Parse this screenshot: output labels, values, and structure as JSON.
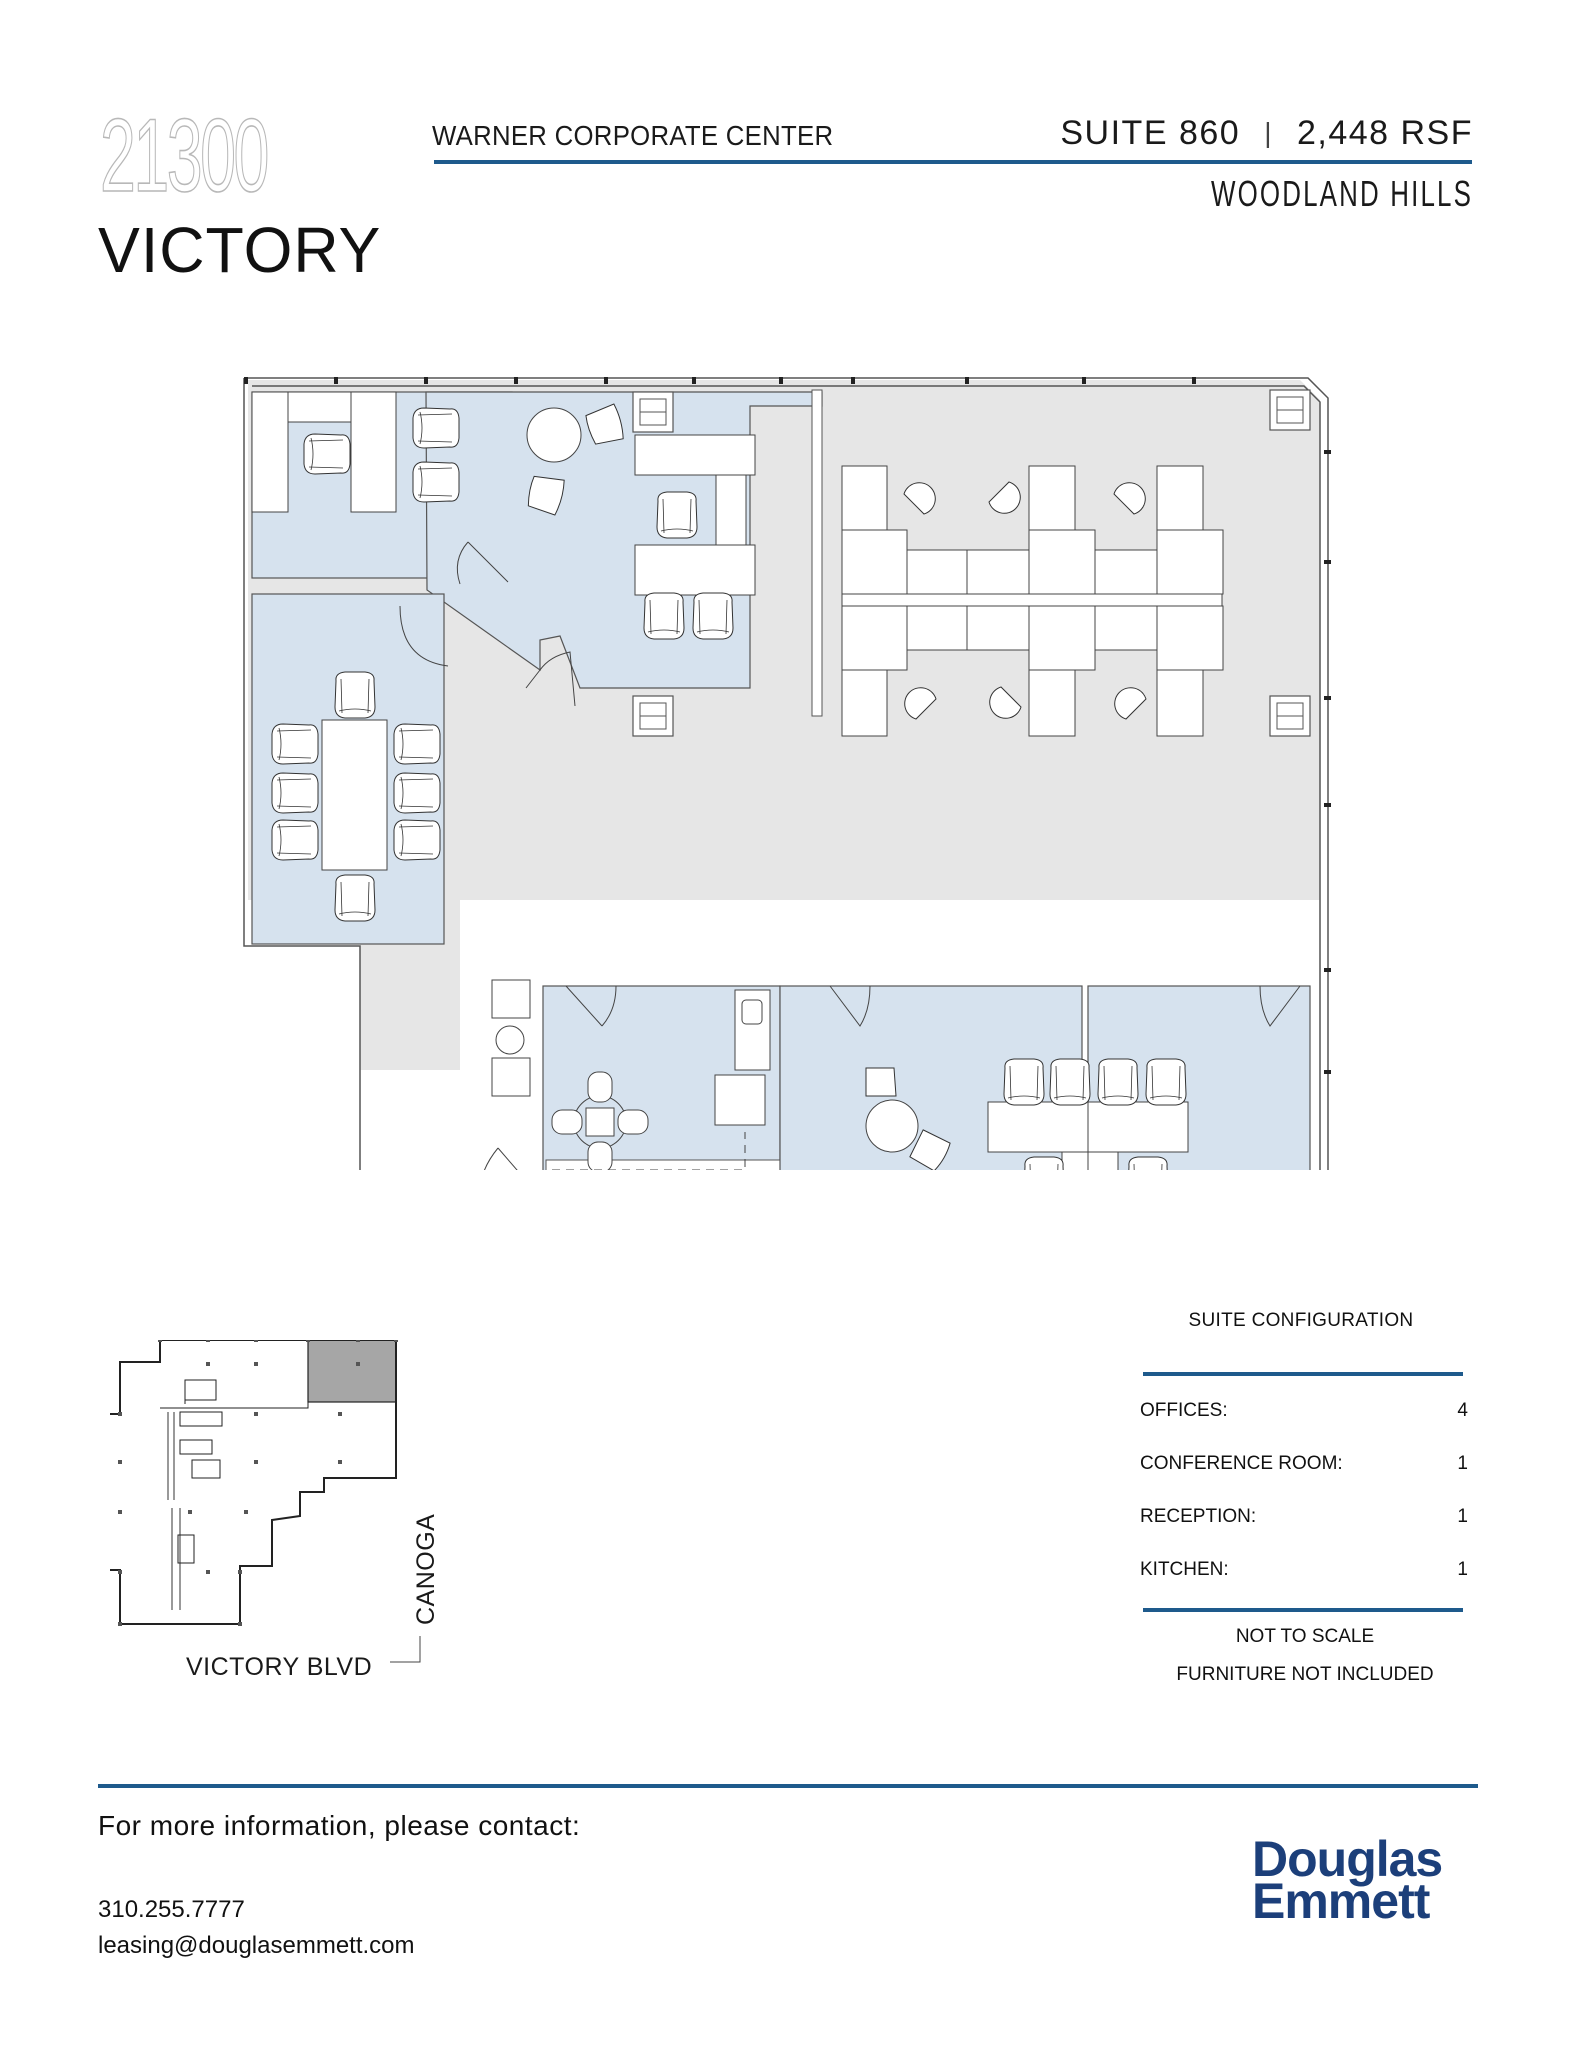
{
  "header": {
    "address_number": "21300",
    "address_street": "VICTORY",
    "building_name": "WARNER CORPORATE CENTER",
    "suite": "SUITE 860",
    "separator": "|",
    "area": "2,448 RSF",
    "city": "WOODLAND HILLS"
  },
  "colors": {
    "accent_rule": "#1e5a8c",
    "logo": "#1c3f7a",
    "office_fill": "#d6e2ee",
    "common_fill": "#e6e6e6",
    "keyplan_highlight": "#a6a6a6"
  },
  "floor_plan": {
    "rooms": [
      {
        "type": "office",
        "label": "office-north-west"
      },
      {
        "type": "office",
        "label": "office-north-center"
      },
      {
        "type": "conference",
        "label": "conference-room"
      },
      {
        "type": "kitchen",
        "label": "kitchen"
      },
      {
        "type": "office",
        "label": "office-south-east-1"
      },
      {
        "type": "office",
        "label": "office-south-east-2"
      },
      {
        "type": "open-area",
        "label": "workstations"
      },
      {
        "type": "reception",
        "label": "reception-corridor"
      }
    ]
  },
  "key_plan": {
    "street_vertical": "CANOGA",
    "street_horizontal": "VICTORY BLVD"
  },
  "suite_configuration": {
    "title": "SUITE CONFIGURATION",
    "rows": [
      {
        "label": "OFFICES:",
        "value": "4"
      },
      {
        "label": "CONFERENCE ROOM:",
        "value": "1"
      },
      {
        "label": "RECEPTION:",
        "value": "1"
      },
      {
        "label": "KITCHEN:",
        "value": "1"
      }
    ],
    "notes": [
      "NOT TO SCALE",
      "FURNITURE NOT INCLUDED"
    ]
  },
  "footer": {
    "contact_heading": "For more information, please contact:",
    "phone": "310.255.7777",
    "email": "leasing@douglasemmett.com",
    "logo_line1": "Douglas",
    "logo_line2": "Emmett"
  }
}
